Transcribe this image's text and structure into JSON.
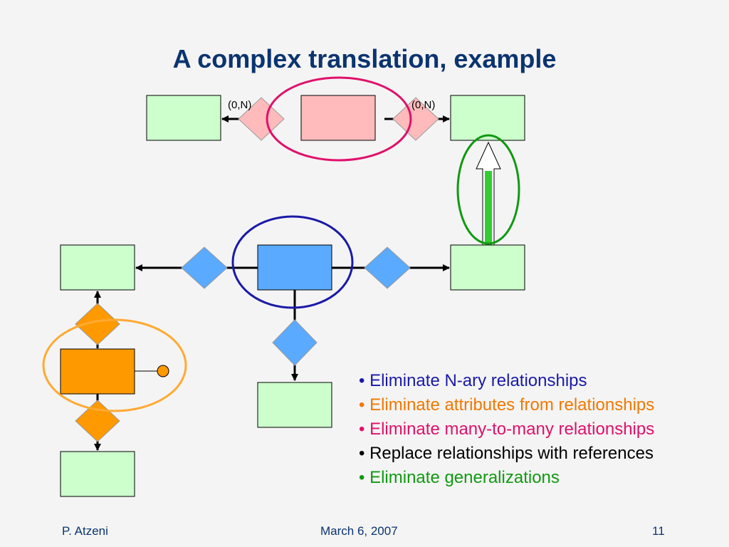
{
  "title": "A complex translation, example",
  "cardinalities": [
    "(0,N)",
    "(0,N)"
  ],
  "bullets": [
    {
      "text": "Eliminate N-ary relationships",
      "color": "#1a1aa8"
    },
    {
      "text": "Eliminate attributes from relationships",
      "color": "#f07800"
    },
    {
      "text": "Eliminate many-to-many relationships",
      "color": "#e0106a"
    },
    {
      "text": "Replace relationships with references",
      "color": "#000000"
    },
    {
      "text": "Eliminate generalizations",
      "color": "#119911"
    }
  ],
  "footer": {
    "author": "P. Atzeni",
    "date": "March 6, 2007",
    "page": "11"
  },
  "colors": {
    "entity_fill": "#ccffcc",
    "pink_fill": "#ffbbbb",
    "blue_fill": "#5aaaff",
    "orange_fill": "#ff9900",
    "highlight_pink": "#e0106a",
    "highlight_blue": "#1a1aa8",
    "highlight_green": "#119911",
    "highlight_orange": "#ffaa33"
  }
}
